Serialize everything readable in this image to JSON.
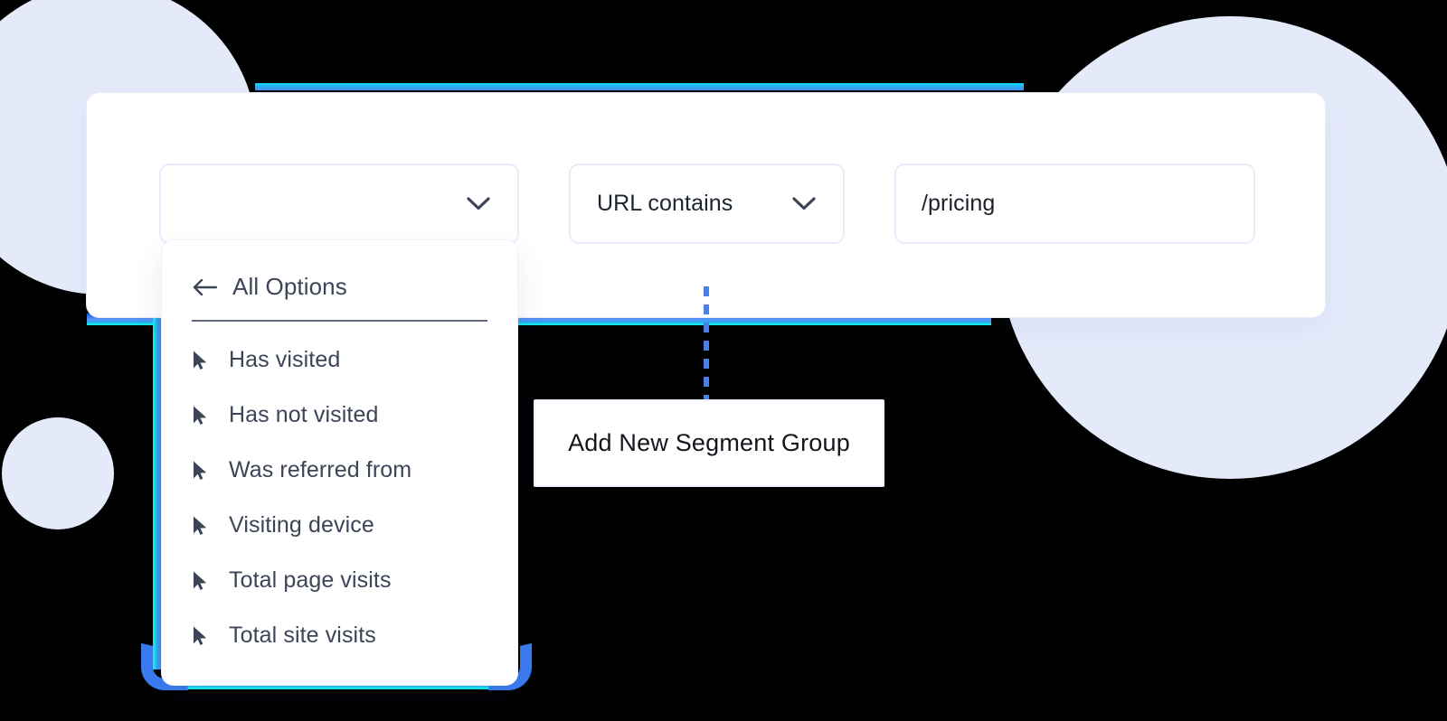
{
  "background": {
    "canvas_color": "#000000",
    "circle_color": "#e5eafb",
    "glow_colors": [
      "#0ff6ef",
      "#2ea8f5",
      "#4b8df2",
      "#1558d6"
    ]
  },
  "filter_card": {
    "subject_select": {
      "value": "",
      "placeholder": "",
      "chevron_icon": "chevron-down-icon"
    },
    "operator_select": {
      "value": "URL contains",
      "chevron_icon": "chevron-down-icon"
    },
    "value_input": {
      "value": "/pricing",
      "placeholder": ""
    }
  },
  "options_panel": {
    "header": {
      "label": "All Options",
      "icon": "arrow-left-icon"
    },
    "items": [
      {
        "label": "Has visited",
        "icon": "cursor-pointer-icon"
      },
      {
        "label": "Has not visited",
        "icon": "cursor-pointer-icon"
      },
      {
        "label": "Was referred from",
        "icon": "cursor-pointer-icon"
      },
      {
        "label": "Visiting device",
        "icon": "cursor-pointer-icon"
      },
      {
        "label": "Total page visits",
        "icon": "cursor-pointer-icon"
      },
      {
        "label": "Total site visits",
        "icon": "cursor-pointer-icon"
      }
    ]
  },
  "add_segment_group": {
    "label": "Add New Segment Group"
  }
}
